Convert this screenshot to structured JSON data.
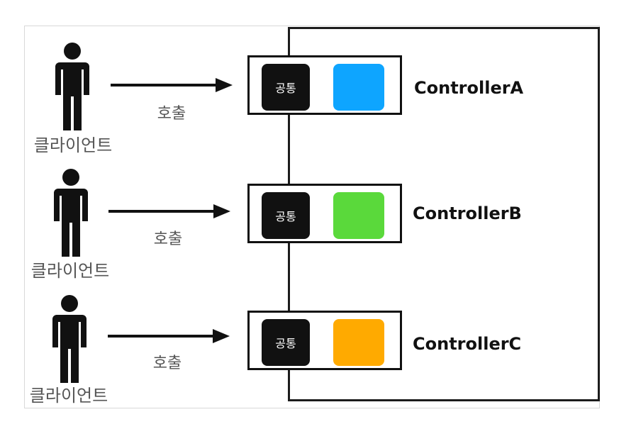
{
  "diagram": {
    "rows": [
      {
        "client_label": "클라이언트",
        "call_label": "호출",
        "common_label": "공통",
        "controller_name": "ControllerA",
        "block_color": "#0ea5ff"
      },
      {
        "client_label": "클라이언트",
        "call_label": "호출",
        "common_label": "공통",
        "controller_name": "ControllerB",
        "block_color": "#5ad93b"
      },
      {
        "client_label": "클라이언트",
        "call_label": "호출",
        "common_label": "공통",
        "controller_name": "ControllerC",
        "block_color": "#ffaa00"
      }
    ]
  },
  "colors": {
    "frame": "#1c1c1c",
    "text_gray": "#555555",
    "arrow": "#111111"
  },
  "icons": {
    "client": "person-icon",
    "call": "arrow-right-icon"
  }
}
